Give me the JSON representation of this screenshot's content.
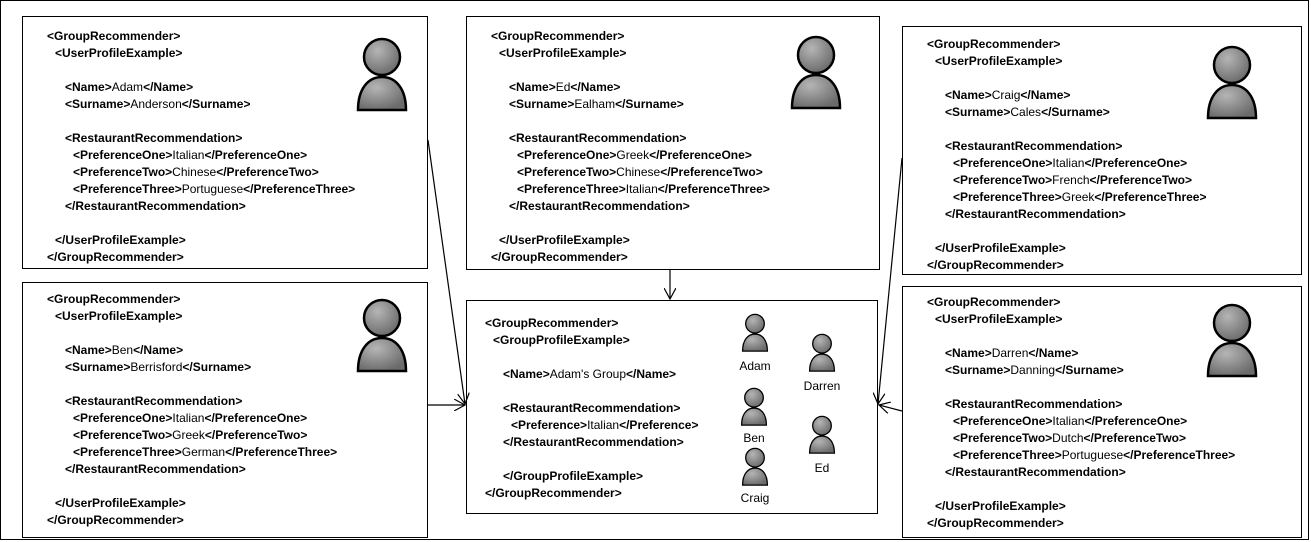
{
  "users": [
    {
      "name": "Adam",
      "surname": "Anderson",
      "prefs": [
        "Italian",
        "Chinese",
        "Portuguese"
      ]
    },
    {
      "name": "Ben",
      "surname": "Berrisford",
      "prefs": [
        "Italian",
        "Greek",
        "German"
      ]
    },
    {
      "name": "Ed",
      "surname": "Ealham",
      "prefs": [
        "Greek",
        "Chinese",
        "Italian"
      ]
    },
    {
      "name": "Craig",
      "surname": "Cales",
      "prefs": [
        "Italian",
        "French",
        "Greek"
      ]
    },
    {
      "name": "Darren",
      "surname": "Danning",
      "prefs": [
        "Italian",
        "Dutch",
        "Portuguese"
      ]
    }
  ],
  "group": {
    "name": "Adam's Group",
    "preference": "Italian",
    "members": [
      "Adam",
      "Darren",
      "Ben",
      "Ed",
      "Craig"
    ]
  },
  "tags": {
    "root": "GroupRecommender",
    "user_profile": "UserProfileExample",
    "group_profile": "GroupProfileExample",
    "name": "Name",
    "surname": "Surname",
    "restaurant": "RestaurantRecommendation",
    "pref_one": "PreferenceOne",
    "pref_two": "PreferenceTwo",
    "pref_three": "PreferenceThree",
    "preference": "Preference"
  },
  "colors": {
    "avatar": "#6b6b6b",
    "avatar_highlight": "#b5b5b5",
    "line": "#000000"
  }
}
